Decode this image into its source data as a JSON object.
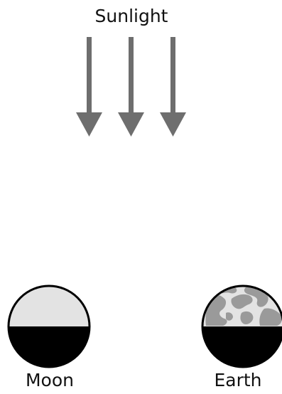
{
  "labels": {
    "sunlight": "Sunlight",
    "moon": "Moon",
    "earth": "Earth"
  },
  "colors": {
    "arrow": "#6e6e6e",
    "lit_side": "#e3e3e3",
    "dark_side": "#000000",
    "outline": "#000000",
    "earth_land": "#9a9a9a"
  },
  "sunlight_arrows": {
    "count": 3,
    "direction": "down"
  },
  "bodies": [
    {
      "name": "Moon",
      "lit_side": "top",
      "dark_side": "bottom"
    },
    {
      "name": "Earth",
      "lit_side": "top",
      "dark_side": "bottom"
    }
  ]
}
